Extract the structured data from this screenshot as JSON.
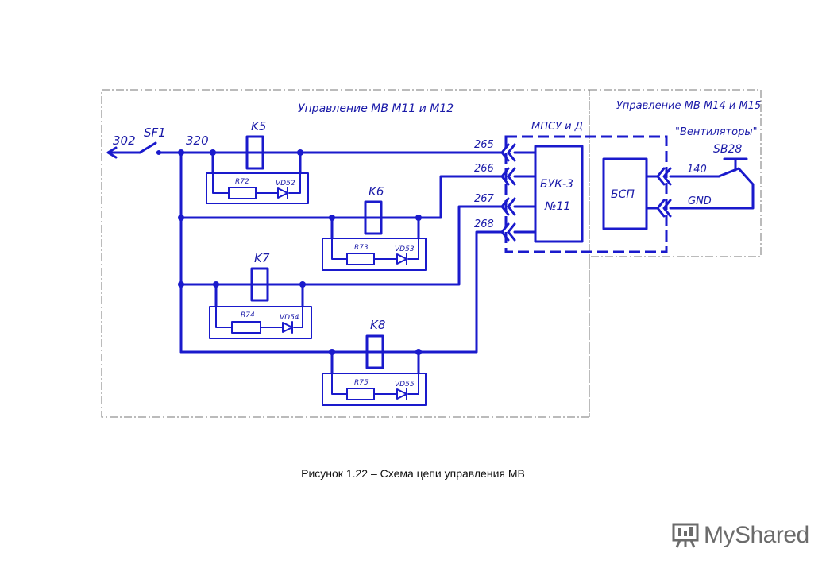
{
  "diagram": {
    "frame_left_title": "Управление МВ М11 и М12",
    "frame_right_title": "Управление МВ М14 и М15",
    "mpsu_label": "МПСУ и Д",
    "buk_label_1": "БУК-3",
    "buk_label_2": "№11",
    "bsp_label": "БСП",
    "fans_label": "\"Вентиляторы\"",
    "sb_label": "SB28",
    "wire_302": "302",
    "wire_320": "320",
    "switch_label": "SF1",
    "wire_140": "140",
    "wire_gnd": "GND",
    "pins": [
      "265",
      "266",
      "267",
      "268"
    ],
    "relays": [
      {
        "name": "K5",
        "resistor": "R72",
        "diode": "VD52"
      },
      {
        "name": "K6",
        "resistor": "R73",
        "diode": "VD53"
      },
      {
        "name": "K7",
        "resistor": "R74",
        "diode": "VD54"
      },
      {
        "name": "K8",
        "resistor": "R75",
        "diode": "VD55"
      }
    ],
    "line_color": "#1a1acc"
  },
  "caption": "Рисунок 1.22 – Схема цепи управления МВ",
  "watermark": "MyShared"
}
